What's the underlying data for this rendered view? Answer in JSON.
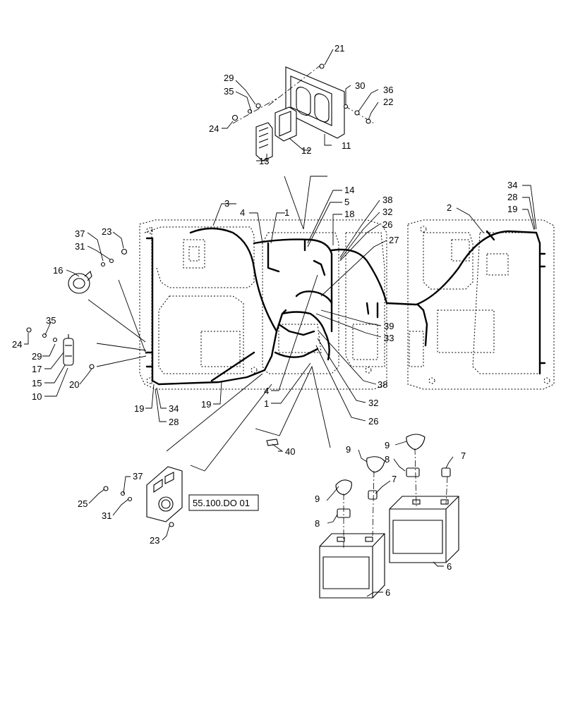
{
  "callouts": {
    "c21": "21",
    "c29a": "29",
    "c35a": "35",
    "c30": "30",
    "c36": "36",
    "c22": "22",
    "c24a": "24",
    "c12": "12",
    "c11": "11",
    "c13": "13",
    "c14": "14",
    "c5": "5",
    "c18": "18",
    "c38a": "38",
    "c32a": "32",
    "c26a": "26",
    "c27": "27",
    "c3": "3",
    "c4a": "4",
    "c1a": "1",
    "c2": "2",
    "c34a": "34",
    "c28a": "28",
    "c19a": "19",
    "c37a": "37",
    "c23a": "23",
    "c31a": "31",
    "c16": "16",
    "c35b": "35",
    "c24b": "24",
    "c29b": "29",
    "c17": "17",
    "c15": "15",
    "c10": "10",
    "c20": "20",
    "c39": "39",
    "c33": "33",
    "c38b": "38",
    "c32b": "32",
    "c26b": "26",
    "c4b": "4",
    "c1b": "1",
    "c19b": "19",
    "c34b": "34",
    "c28b": "28",
    "c19c": "19",
    "c40": "40",
    "c9a": "9",
    "c9b": "9",
    "c9c": "9",
    "c8a": "8",
    "c8b": "8",
    "c7a": "7",
    "c7b": "7",
    "c6a": "6",
    "c6b": "6",
    "c37b": "37",
    "c25": "25",
    "c31b": "31",
    "c23b": "23"
  },
  "reference_box": {
    "label": "55.100.DO 01"
  }
}
